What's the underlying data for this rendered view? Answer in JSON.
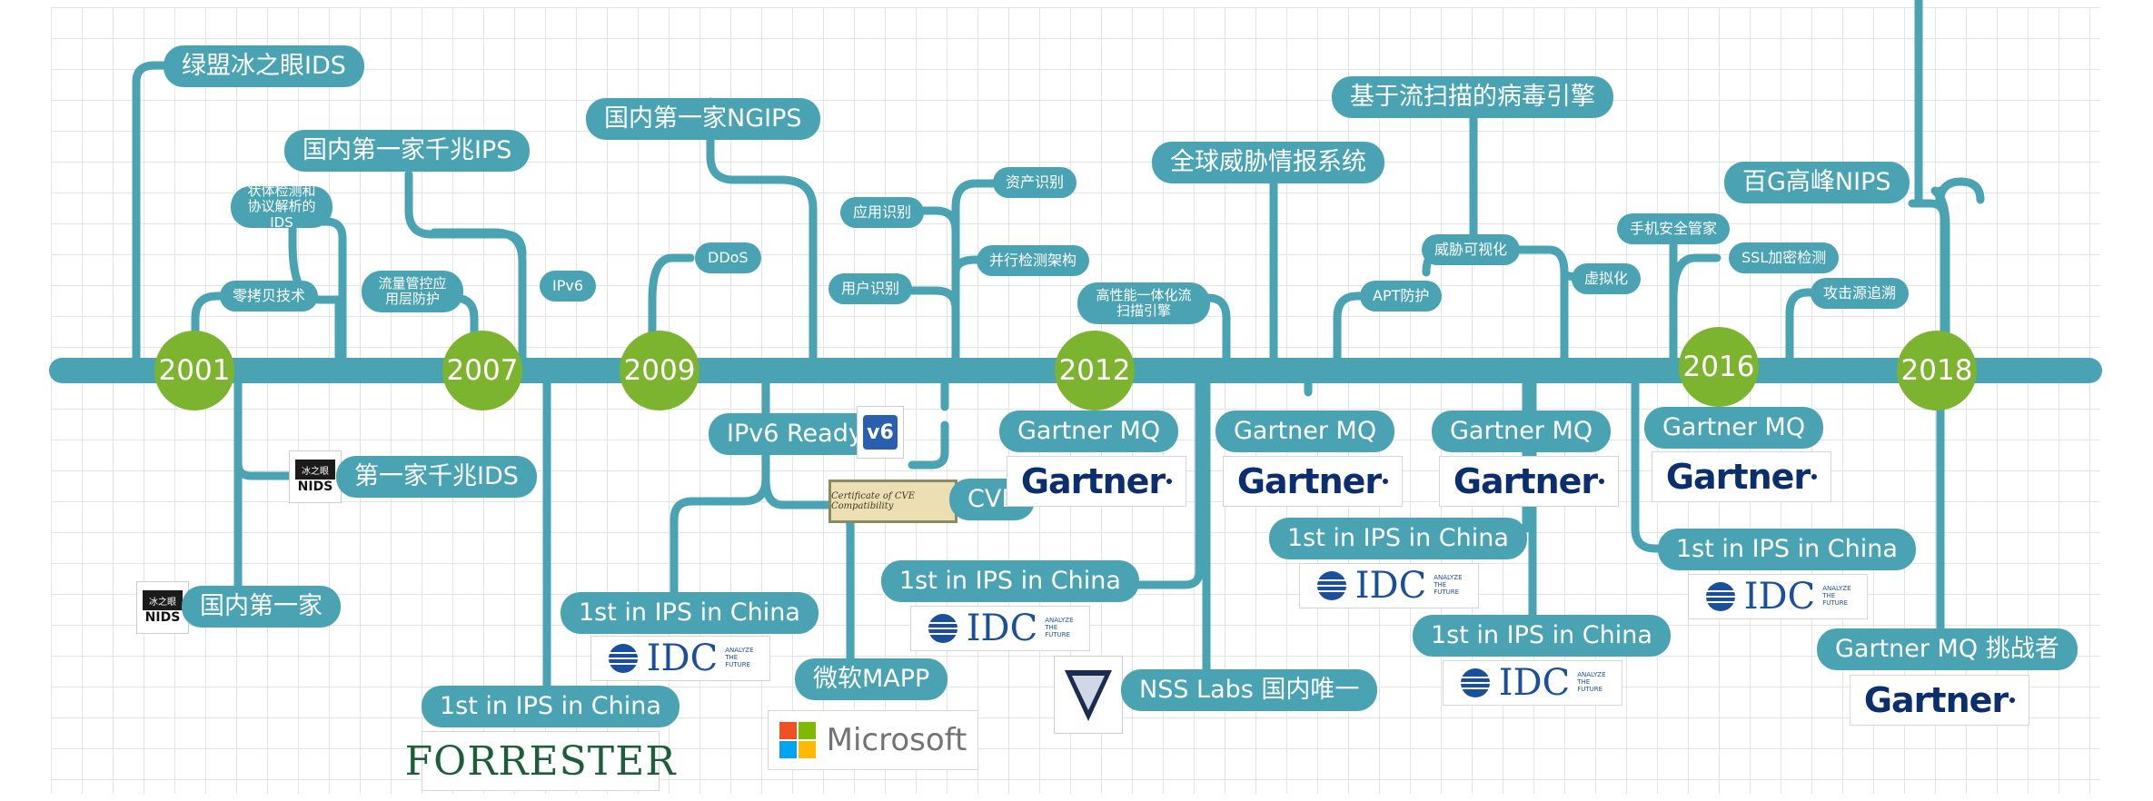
{
  "years": [
    "2001",
    "2007",
    "2009",
    "2012",
    "2016",
    "2018"
  ],
  "above_labels": {
    "l_2001_ids": "绿盟冰之眼IDS",
    "l_zero_copy": "零拷贝技术",
    "l_state_detect": "状体检测和协议解析的IDS",
    "l_flow_ctrl": "流量管控应用层防护",
    "l_gigabit_ips": "国内第一家千兆IPS",
    "l_ipv6": "IPv6",
    "l_ddos": "DDoS",
    "l_ngips": "国内第一家NGIPS",
    "l_app_id": "应用识别",
    "l_asset_id": "资产识别",
    "l_user_id": "用户识别",
    "l_parallel": "并行检测架构",
    "l_hp_scan": "高性能一体化流扫描引擎",
    "l_threat_intel": "全球威胁情报系统",
    "l_apt": "APT防护",
    "l_visual": "威胁可视化",
    "l_virtual": "虚拟化",
    "l_av_engine": "基于流扫描的病毒引擎",
    "l_mobile": "手机安全管家",
    "l_ssl": "SSL加密检测",
    "l_trace": "攻击源追溯",
    "l_100g": "百G高峰NIPS"
  },
  "below_labels": {
    "b_first_gig_ids": "第一家千兆IDS",
    "b_first_domestic": "国内第一家",
    "b_forrester_1st": "1st in IPS in China",
    "b_ipv6_ready": "IPv6 Ready",
    "b_idc_2009": "1st in IPS in China",
    "b_mapp": "微软MAPP",
    "b_cve": "CVE",
    "b_gartner_2012": "Gartner MQ",
    "b_idc_2012": "1st in IPS in China",
    "b_nss": "NSS Labs 国内唯一",
    "b_gartner_2013": "Gartner MQ",
    "b_idc_2013": "1st in IPS in China",
    "b_gartner_2014": "Gartner MQ",
    "b_idc_2014": "1st in IPS in China",
    "b_gartner_2016": "Gartner MQ",
    "b_idc_2016": "1st in IPS in China",
    "b_gartner_challenger": "Gartner MQ 挑战者"
  },
  "logos": {
    "gartner": "Gartner",
    "idc": "IDC",
    "idc_tag": "ANALYZE THE FUTURE",
    "forrester": "FORRESTER",
    "microsoft": "Microsoft",
    "nids_top": "冰之眼",
    "nids_bottom": "NIDS",
    "cve_cert_title": "Certificate of CVE Compatibility",
    "ipv6_badge": "v6"
  },
  "colors": {
    "timeline": "#4aa3b2",
    "year_circle": "#7cb32f",
    "gartner": "#0b2f6e",
    "idc": "#1a4f9c",
    "forrester": "#1d5e3a"
  }
}
